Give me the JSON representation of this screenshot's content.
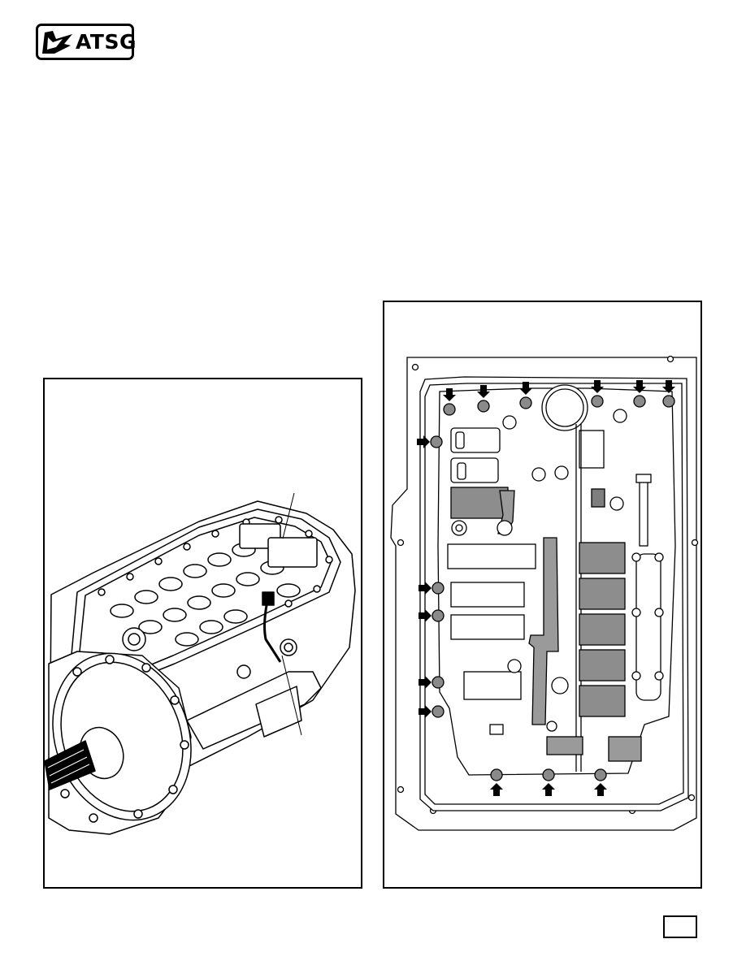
{
  "header": {
    "logo_text": "ATSG",
    "logo_icon": "hawk-wing-icon"
  },
  "figures": {
    "left": {
      "illustration": "transmission-valve-body-installed-illustration"
    },
    "right": {
      "illustration": "valve-body-bolt-location-illustration",
      "arrow_icon": "bolt-arrow-icon"
    }
  },
  "footer": {
    "page_number": ""
  },
  "colors": {
    "ink": "#000000",
    "shade": "#9a9a9a",
    "dark_shade": "#7e7e7e",
    "paper": "#ffffff"
  }
}
